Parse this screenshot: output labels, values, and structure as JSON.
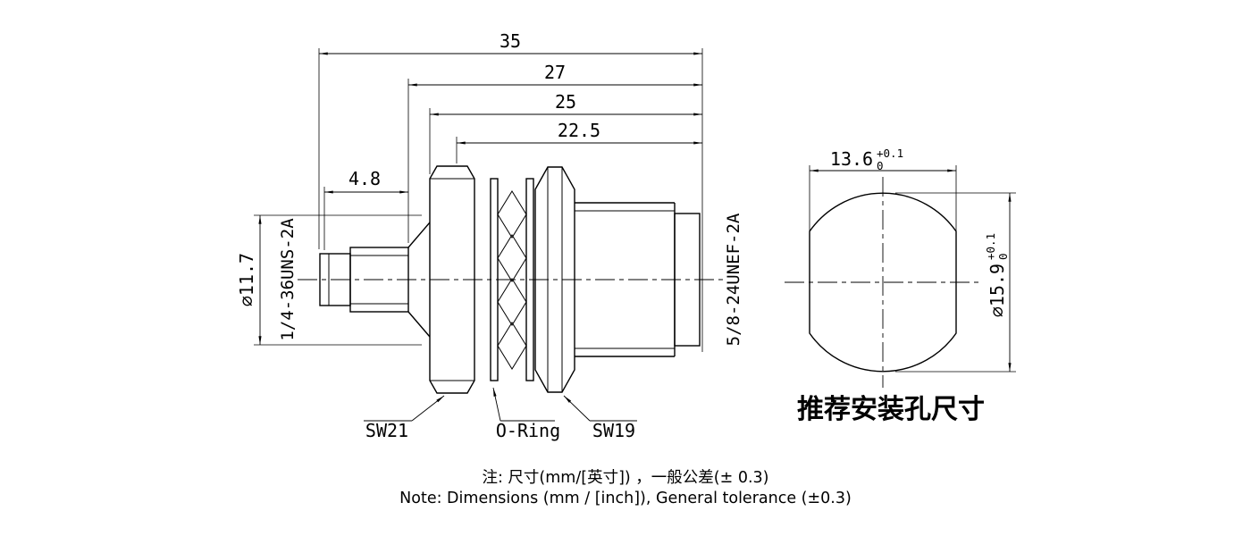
{
  "drawing": {
    "bg": "#ffffff",
    "ink": "#000000"
  },
  "side_view": {
    "dims": {
      "overall": "35",
      "to_flange": "27",
      "len25": "25",
      "len22_5": "22.5",
      "tip": "4.8",
      "dia": "⌀11.7"
    },
    "labels": {
      "thread_front": "1/4-36UNS-2A",
      "thread_body": "5/8-24UNEF-2A",
      "wrench_flange": "SW21",
      "oring": "O-Ring",
      "wrench_nut": "SW19"
    }
  },
  "hole_view": {
    "width": "13.6",
    "width_tol_upper": "+0.1",
    "width_tol_lower": "0",
    "diameter": "⌀15.9",
    "dia_tol_upper": "+0.1",
    "dia_tol_lower": "0",
    "caption": "推荐安装孔尺寸"
  },
  "notes": {
    "cn": "注: 尺寸(mm/[英寸]) ，一般公差(± 0.3)",
    "en": "Note: Dimensions (mm / [inch]), General tolerance (±0.3)"
  }
}
